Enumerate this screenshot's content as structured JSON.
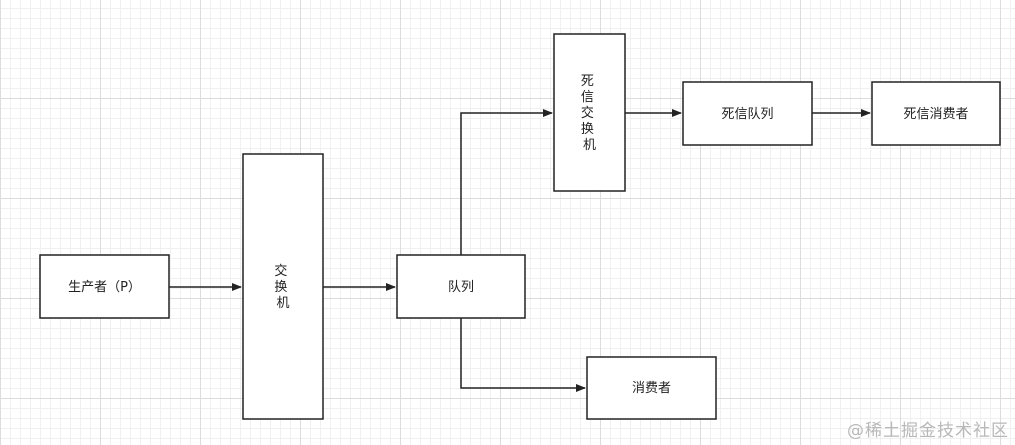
{
  "nodes": {
    "producer": "生产者（P）",
    "exchange": [
      "交",
      "换",
      "机"
    ],
    "queue": "队列",
    "dead_letter_exchange": [
      "死",
      "信",
      "交",
      "换",
      "机"
    ],
    "dead_letter_queue": "死信队列",
    "dead_letter_consumer": "死信消费者",
    "consumer": "消费者"
  },
  "watermark": "@稀土掘金技术社区"
}
